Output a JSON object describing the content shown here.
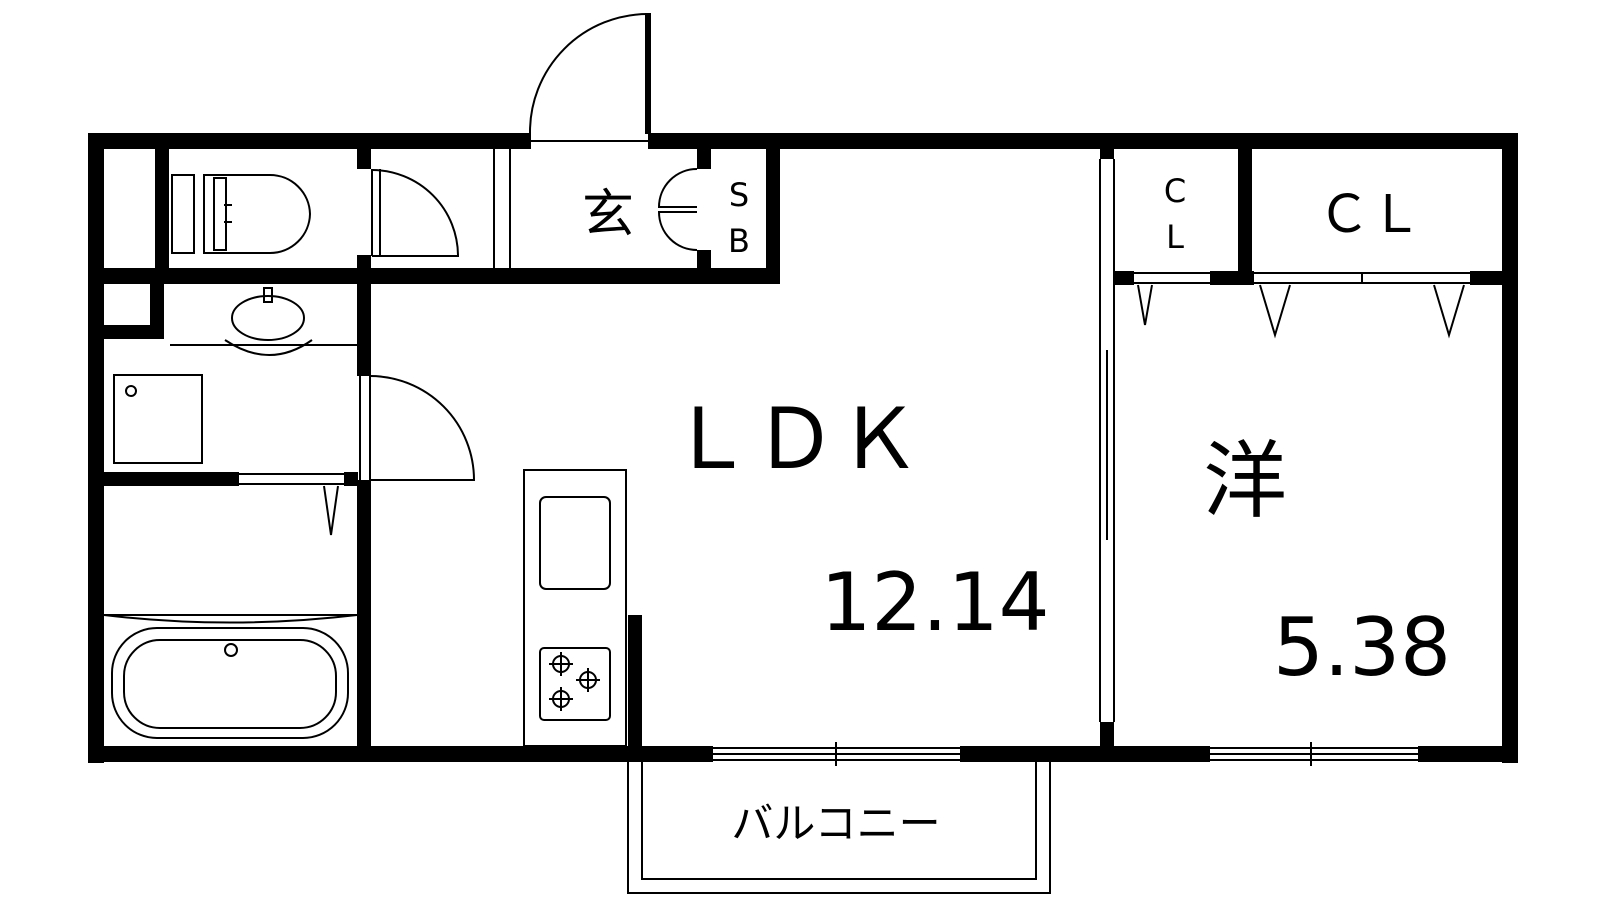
{
  "rooms": {
    "ldk": {
      "label": "ＬＤＫ",
      "size": "12.14"
    },
    "western": {
      "label": "洋",
      "size": "5.38"
    },
    "entrance": {
      "label": "玄"
    },
    "shoebox": {
      "label_top": "S",
      "label_bottom": "B"
    },
    "closet_small": {
      "label_top": "C",
      "label_bottom": "L"
    },
    "closet_large": {
      "label": "ＣＬ"
    },
    "balcony": {
      "label": "バルコニー"
    }
  },
  "colors": {
    "wall": "#000000",
    "background": "#ffffff"
  }
}
